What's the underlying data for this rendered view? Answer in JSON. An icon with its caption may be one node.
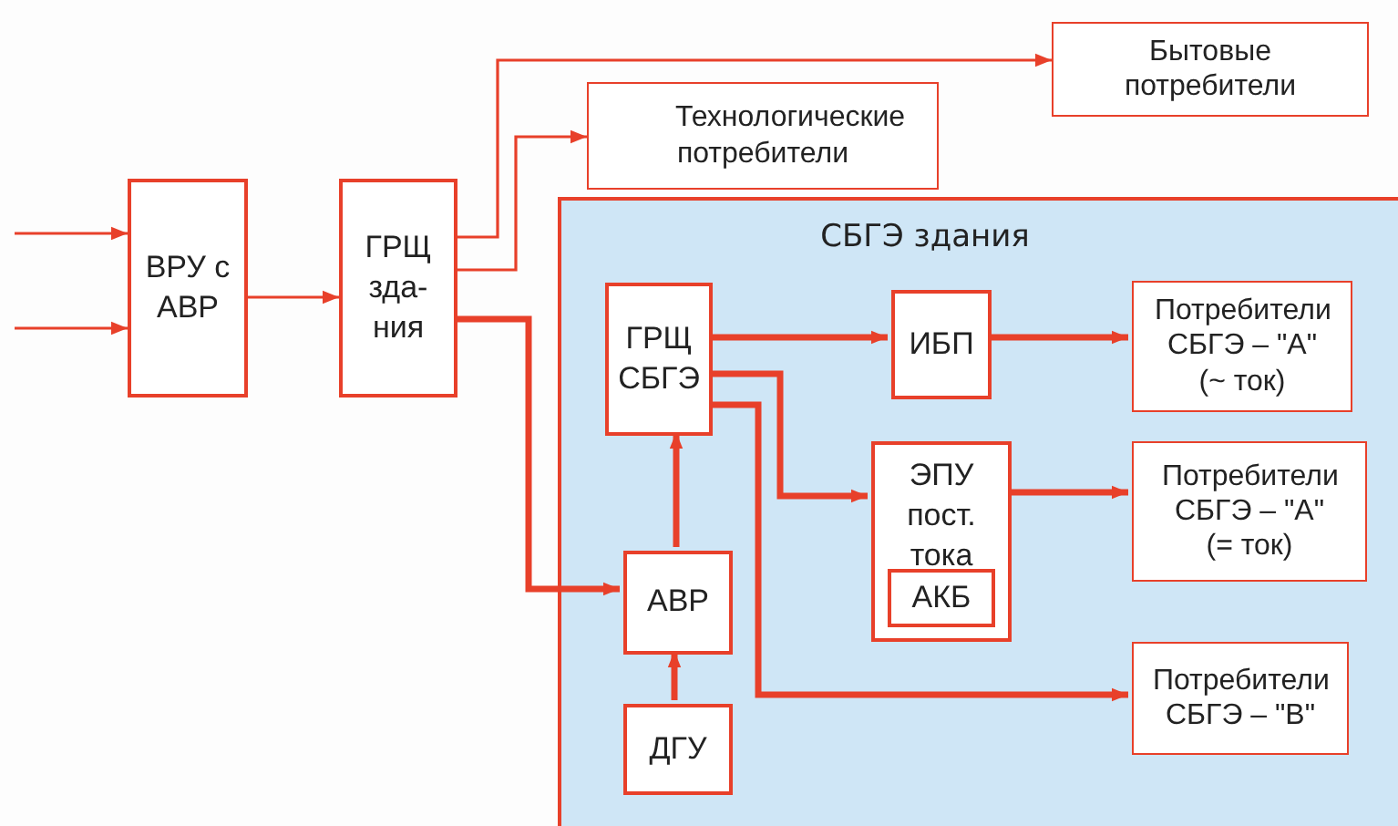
{
  "diagram": {
    "nodes": [
      {
        "text": [
          "ВРУ с АВР"
        ]
      },
      {
        "text": [
          "ГРЩ зда-ния"
        ]
      },
      {
        "text": [
          "Бытовые потребители"
        ]
      },
      {
        "text": [
          "Технологические потребители"
        ]
      },
      {
        "text": [
          "СБГЭ здания"
        ]
      },
      {
        "text": [
          "ГРЩ СБГЭ"
        ],
        "in": 4
      },
      {
        "text": [
          "ИБП"
        ],
        "in": 4
      },
      {
        "text": [
          "Потребители СБГЭ – \"А\" (~ ток)"
        ],
        "in": 4
      },
      {
        "text": [
          "ЭПУ пост. тока"
        ],
        "in": 4
      },
      {
        "text": [
          "АКБ"
        ],
        "in": 8
      },
      {
        "text": [
          "Потребители СБГЭ – \"А\" (= ток)"
        ],
        "in": 4
      },
      {
        "text": [
          "АВР"
        ],
        "in": 4
      },
      {
        "text": [
          "ДГУ"
        ],
        "in": 4
      },
      {
        "text": [
          "Потребители СБГЭ – \"В\""
        ],
        "in": 4
      }
    ],
    "edges": [
      {
        "from": null,
        "to": 0,
        "arrow": "to"
      },
      {
        "from": null,
        "to": 0,
        "arrow": "to"
      },
      {
        "from": 0,
        "to": 1,
        "arrow": "to"
      },
      {
        "from": 1,
        "to": 2,
        "arrow": "to"
      },
      {
        "from": 1,
        "to": 3,
        "arrow": "to"
      },
      {
        "from": 1,
        "to": 11,
        "arrow": "to"
      },
      {
        "from": 5,
        "to": 6,
        "arrow": "to"
      },
      {
        "from": 6,
        "to": 7,
        "arrow": "to"
      },
      {
        "from": 5,
        "to": 8,
        "arrow": "to"
      },
      {
        "from": 5,
        "to": 13,
        "arrow": "to"
      },
      {
        "from": 8,
        "to": 10,
        "arrow": "to"
      },
      {
        "from": 11,
        "to": 5,
        "arrow": "to"
      },
      {
        "from": 12,
        "to": 11,
        "arrow": "to"
      }
    ]
  }
}
